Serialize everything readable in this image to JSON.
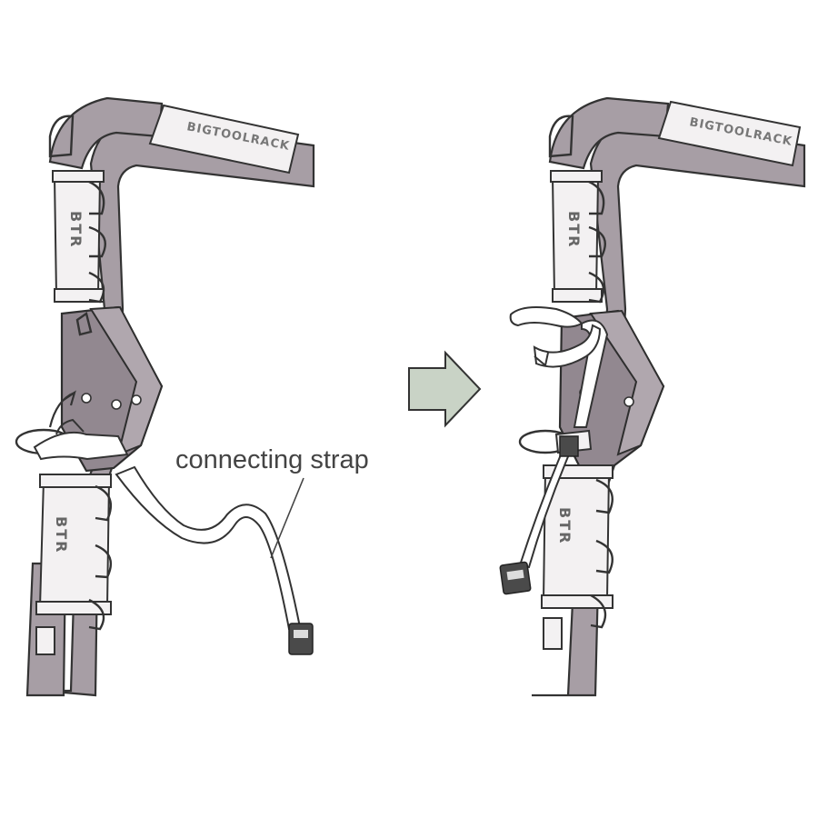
{
  "callout": {
    "label": "connecting strap"
  },
  "before_panel": {
    "sleeve_logo": "BIGTOOLRACK",
    "upper_badge": "BTR",
    "lower_badge": "BTR"
  },
  "after_panel": {
    "sleeve_logo": "BIGTOOLRACK",
    "upper_badge": "BTR",
    "lower_badge": "BTR"
  },
  "arrow": {
    "icon": "right-arrow-icon",
    "color": "#c9d3c6"
  },
  "colors": {
    "frame": "#a79ea5",
    "bracket": "#928890",
    "outline": "#333333",
    "sleeve": "#f3f1f2"
  }
}
